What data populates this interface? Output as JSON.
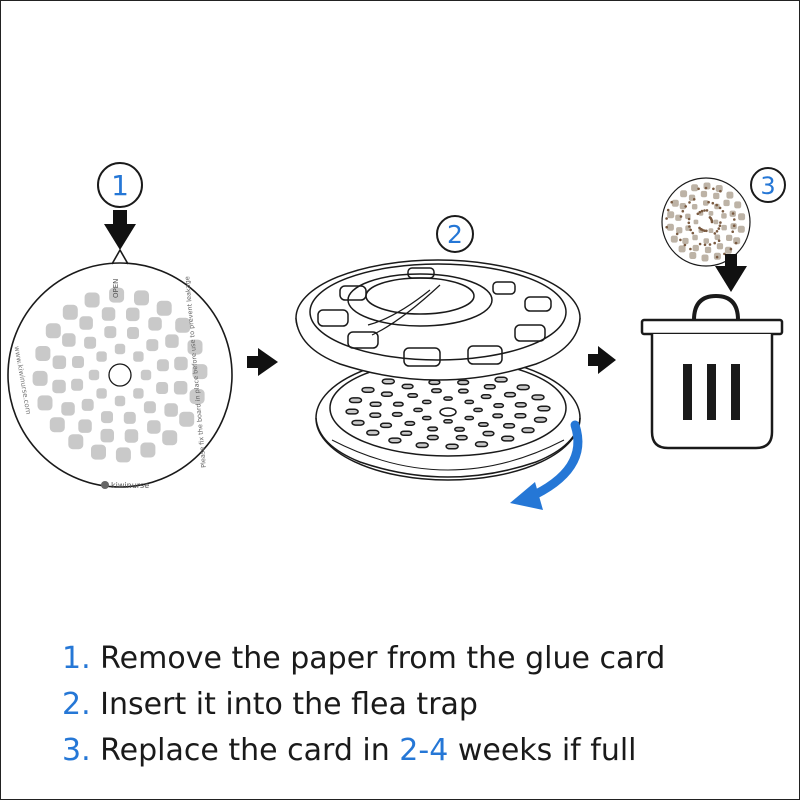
{
  "colors": {
    "accent": "#2577d6",
    "text": "#1a1a1a",
    "outline": "#1a1a1a",
    "pad": "#c9c9c9"
  },
  "markers": [
    "1",
    "2",
    "3"
  ],
  "card": {
    "open_label": "OPEN",
    "url_text": "www.kiwinurse.com",
    "instruction_text": "Please fix the board in place before use to prevent leakage",
    "brand": "kiwinurse"
  },
  "steps": [
    {
      "num": "1.",
      "text": "Remove the paper from the glue card"
    },
    {
      "num": "2.",
      "text": "Insert it into the flea trap"
    },
    {
      "num": "3.",
      "pre": "Replace the card in ",
      "highlight": "2-4",
      "post": " weeks if full"
    }
  ]
}
